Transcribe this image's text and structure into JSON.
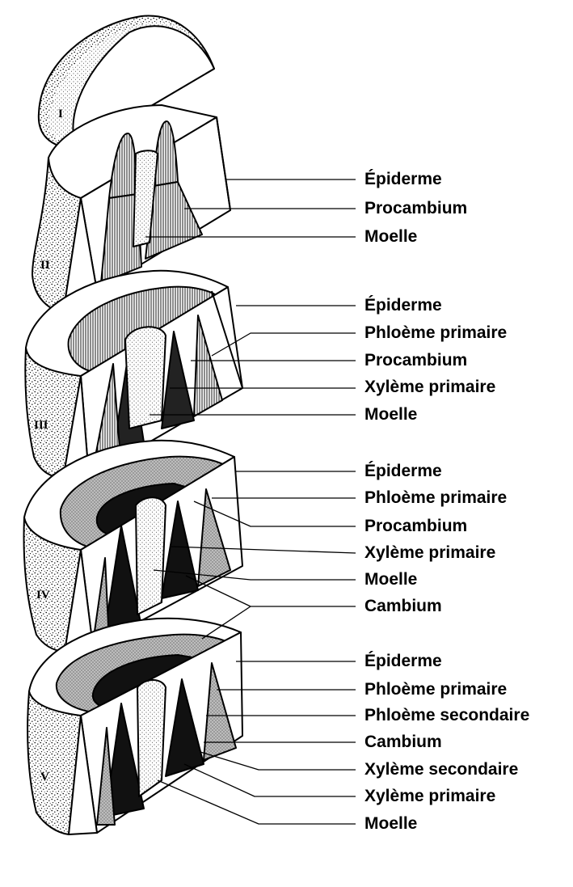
{
  "stages": [
    {
      "numeral": "I",
      "labels": []
    },
    {
      "numeral": "II",
      "labels": [
        "Épiderme",
        "Procambium",
        "Moelle"
      ]
    },
    {
      "numeral": "III",
      "labels": [
        "Épiderme",
        "Phloème primaire",
        "Procambium",
        "Xylème primaire",
        "Moelle"
      ]
    },
    {
      "numeral": "IV",
      "labels": [
        "Épiderme",
        "Phloème primaire",
        "Procambium",
        "Xylème primaire",
        "Moelle",
        "Cambium"
      ]
    },
    {
      "numeral": "V",
      "labels": [
        "Épiderme",
        "Phloème primaire",
        "Phloème secondaire",
        "Cambium",
        "Xylème secondaire",
        "Xylème primaire",
        "Moelle"
      ]
    }
  ]
}
